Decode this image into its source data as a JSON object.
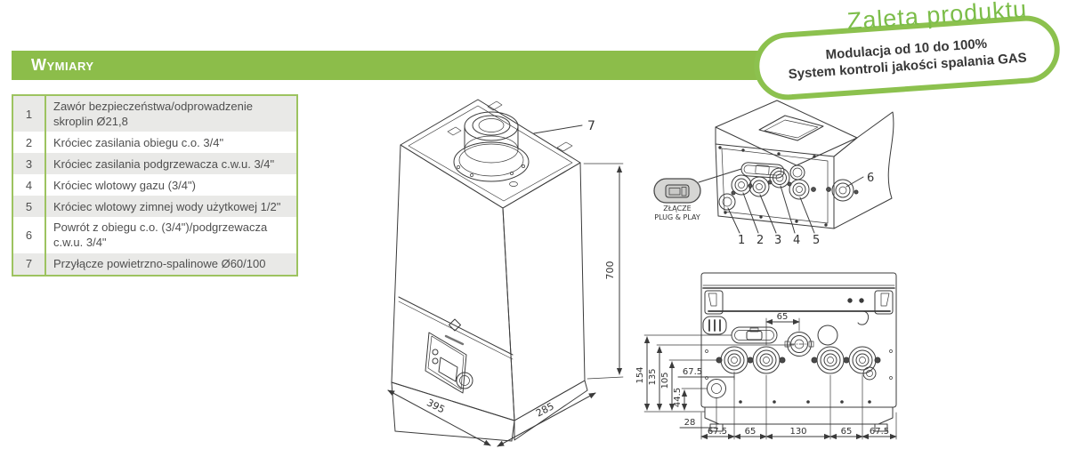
{
  "colors": {
    "accent_green": "#8cbd4a",
    "badge_border_green": "#8cc14e",
    "script_green": "#7cbd49",
    "table_border_green": "#9dc360",
    "row_stripe_gray": "#e9e9e7",
    "pill_gray": "#d6d6d4",
    "line_color": "#3b3b3b"
  },
  "header": {
    "title": "Wymiary"
  },
  "advantage": {
    "heading": "Zaleta produktu",
    "line1": "Modulacja od 10 do 100%",
    "line2": "System kontroli jakości spalania GAS"
  },
  "legend": {
    "rows": [
      {
        "num": "1",
        "desc": "Zawór bezpieczeństwa/odprowadzenie skroplin Ø21,8"
      },
      {
        "num": "2",
        "desc": "Króciec zasilania obiegu c.o. 3/4\""
      },
      {
        "num": "3",
        "desc": "Króciec zasilania podgrzewacza c.w.u. 3/4\""
      },
      {
        "num": "4",
        "desc": "Króciec wlotowy gazu (3/4\")"
      },
      {
        "num": "5",
        "desc": "Króciec wlotowy zimnej wody użytkowej 1/2\""
      },
      {
        "num": "6",
        "desc": "Powrót z obiegu c.o. (3/4\")/podgrzewacza c.w.u. 3/4\""
      },
      {
        "num": "7",
        "desc": "Przyłącze powietrzno-spalinowe Ø60/100"
      }
    ]
  },
  "front_view": {
    "callout_flue": "7",
    "dim_height": "700",
    "dim_width": "395",
    "dim_depth": "285"
  },
  "connections_view": {
    "callouts": [
      "1",
      "2",
      "3",
      "4",
      "5",
      "6"
    ],
    "plug_label_line1": "ZŁĄCZE",
    "plug_label_line2": "PLUG & PLAY"
  },
  "bottom_view": {
    "dims_left": [
      "154",
      "135",
      "105",
      "44.5"
    ],
    "dim_top": "65",
    "dim_inner": "67.5",
    "dim_small": "28",
    "dims_bottom": [
      "67.5",
      "65",
      "130",
      "65",
      "67.5"
    ]
  }
}
